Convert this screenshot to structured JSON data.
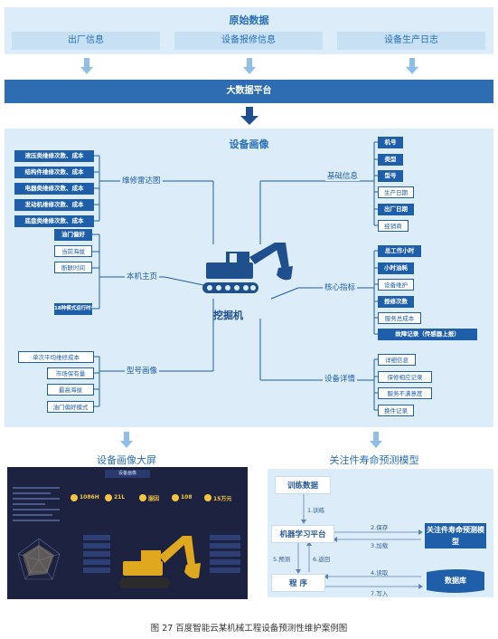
{
  "raw_data": {
    "title": "原始数据",
    "sources": [
      "出厂信息",
      "设备报修信息",
      "设备生产日志"
    ]
  },
  "platform": "大数据平台",
  "profile": {
    "title": "设备画像",
    "center_label": "挖掘机",
    "left_groups": [
      {
        "label": "维修雷达图",
        "items": [
          "液压类维修次数、成本",
          "结构件维修次数、成本",
          "电器类维修次数、成本",
          "发动机维修次数、成本",
          "底盘类维修次数、成本"
        ]
      },
      {
        "label": "本机主页",
        "items": [
          "油门偏好",
          "当前海拔",
          "断联时间",
          "18种模式运行时长"
        ]
      },
      {
        "label": "型号画像",
        "items": [
          "单次平均维修成本",
          "市场保有量",
          "最高海拔",
          "油门偏好模式"
        ]
      }
    ],
    "right_groups": [
      {
        "label": "基础信息",
        "items": [
          "机号",
          "类型",
          "型号",
          "生产日期",
          "出厂日期",
          "经销商"
        ]
      },
      {
        "label": "核心指标",
        "items": [
          "总工作小时",
          "小时油耗",
          "设备维护",
          "报修次数",
          "服务总成本",
          "故障记录（传感器上报）"
        ]
      },
      {
        "label": "设备详情",
        "items": [
          "详细信息",
          "保修相应记录",
          "服务不满意度",
          "换件记录"
        ]
      }
    ]
  },
  "dashboard": {
    "title": "设备画像大屏",
    "header": "设备画像",
    "stats": [
      "1086H",
      "21L",
      "服因",
      "108",
      "15万元"
    ]
  },
  "model": {
    "title": "关注件寿命预测模型",
    "train_data": "训练数据",
    "ml_platform": "机器学习平台",
    "program": "程 序",
    "model_box": "关注件寿命预测模型",
    "database": "数据库",
    "steps": [
      "1.训练",
      "2.保存",
      "3.加载",
      "4.读取",
      "5.预测",
      "6.返回",
      "7.写入"
    ]
  },
  "caption": "图 27 百度智能云某机械工程设备预测性维护案例图",
  "colors": {
    "dark": "#1f5ea8",
    "panel": "#dcecf8",
    "accent": "#2a6fb5"
  }
}
